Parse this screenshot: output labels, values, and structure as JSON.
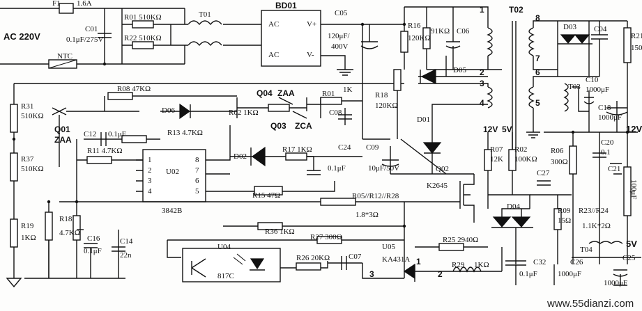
{
  "labels": {
    "f1": "F1",
    "f1_rating": "1.6A",
    "ac": "AC 220V",
    "ntc": "NTC",
    "c01": "C01",
    "c01_val": "0.1μF/275V",
    "r01": "R01 510KΩ",
    "r22": "R22 510KΩ",
    "t01": "T01",
    "bd01": "BD01",
    "ac1": "AC",
    "ac2": "AC",
    "vplus": "V+",
    "vminus": "V-",
    "c05": "C05",
    "c05_val1": "120μF/",
    "c05_val2": "400V",
    "r16": "R16",
    "r16_val": "120KΩ",
    "r91k": "91KΩ",
    "c06": "C06",
    "t02": "T02",
    "p1": "1",
    "p2": "2",
    "p3": "3",
    "p4": "4",
    "p5": "5",
    "p6": "6",
    "p7": "7",
    "p8": "8",
    "d03": "D03",
    "c04": "C04",
    "r21": "R21",
    "r21_val": "150",
    "d05": "D05",
    "r31": "R31",
    "r31_val": "510KΩ",
    "r08": "R08 47KΩ",
    "q04": "Q04",
    "zaa1": "ZAA",
    "r01b": "R01",
    "r01b_val": "1K",
    "r18": "R18",
    "r18_val": "120KΩ",
    "t03": "T03",
    "c10": "C10",
    "c10_val": "1000μF",
    "c18": "C18",
    "c18_val": "1000μF",
    "q01": "Q01",
    "zaa2": "ZAA",
    "d06": "D06",
    "r02a": "R02 1KΩ",
    "q03": "Q03",
    "zca": "ZCA",
    "c08": "C08",
    "d01": "D01",
    "v12a": "12V",
    "v5a": "5V",
    "v12b": "12V",
    "c12": "C12",
    "c12_val": "0.1μF",
    "r13": "R13 4.7KΩ",
    "r11": "R11 4.7KΩ",
    "r37": "R37",
    "r37_val": "510KΩ",
    "u02": "U02",
    "chip": "3842B",
    "pin1": "1",
    "pin2": "2",
    "pin3": "3",
    "pin4": "4",
    "pin5": "5",
    "pin6": "6",
    "pin7": "7",
    "pin8": "8",
    "d02": "D02",
    "r17": "R17 1KΩ",
    "c24": "C24",
    "c24_val": "0.1μF",
    "c09": "C09",
    "c09_val": "10μF/50V",
    "r07": "R07",
    "r07_val": "12K",
    "r02b": "R02",
    "r02b_val": "100KΩ",
    "r06": "R06",
    "r06_val": "300Ω",
    "c20": "C20",
    "c20_val": "0.1",
    "c21": "C21",
    "c21_val": "100μF",
    "q02": "Q02",
    "k2645": "K2645",
    "r15": "R15 47Ω",
    "r05": "R05//R12//R28",
    "r05_val": "1.8*3Ω",
    "c27": "C27",
    "d04": "D04",
    "r09": "R09",
    "r09_val": "15Ω",
    "r23": "R23//R24",
    "r23_val": "1.1K*2Ω",
    "r18b": "R18",
    "r18b_val": "4.7KΩ",
    "r19": "R19",
    "r19_val": "1KΩ",
    "c16": "C16",
    "c16_val": "0.1μF",
    "c14": "C14",
    "c14_val": "22n",
    "r36": "R36 1KΩ",
    "r27": "R27 300Ω",
    "u05": "U05",
    "ka431": "KA431A",
    "r25": "R25 2940Ω",
    "v5b": "5V",
    "u04": "U04",
    "pc817": "817C",
    "r26": "R26 20KΩ",
    "c07": "C07",
    "pin_k431_3": "3",
    "pin_k431_2": "2",
    "pin_k431_1": "1",
    "r29": "R29",
    "r29_val": "1KΩ",
    "c32": "C32",
    "c32_val": "0.1μF",
    "c26": "C26",
    "c26_val": "1000μF",
    "c25": "C25",
    "c25_val": "1000μF",
    "t04": "T04",
    "watermark": "www.55dianzi.com"
  }
}
